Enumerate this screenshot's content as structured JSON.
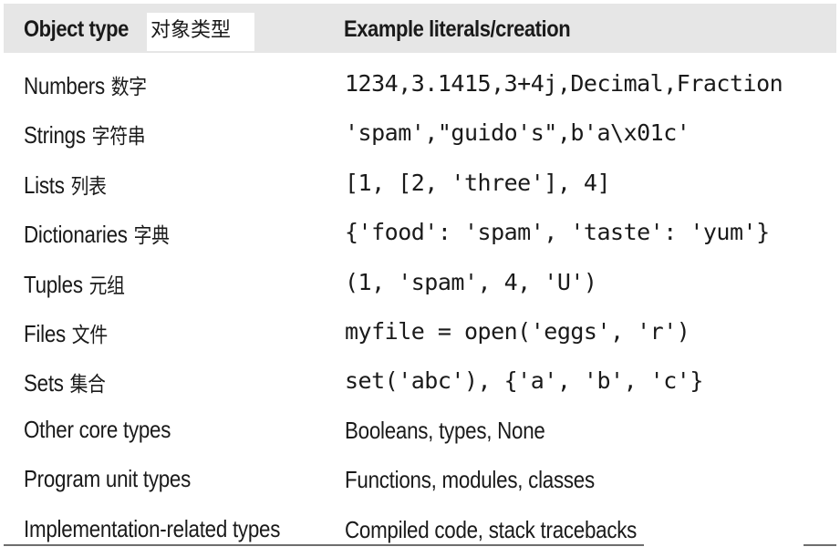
{
  "header": {
    "col1": "Object type",
    "col1_cn": "对象类型",
    "col2": "Example literals/creation"
  },
  "rows": [
    {
      "type": "Numbers",
      "cn": "数字",
      "example": "1234,3.1415,3+4j,Decimal,Fraction",
      "style": "mono"
    },
    {
      "type": "Strings",
      "cn": "字符串",
      "example": "'spam',\"guido's\",b'a\\x01c'",
      "style": "mono"
    },
    {
      "type": "Lists",
      "cn": "列表",
      "example": "[1, [2, 'three'], 4]",
      "style": "mono"
    },
    {
      "type": "Dictionaries",
      "cn": "字典",
      "example": "{'food': 'spam', 'taste': 'yum'}",
      "style": "mono"
    },
    {
      "type": "Tuples",
      "cn": "元组",
      "example": "(1, 'spam', 4, 'U')",
      "style": "mono"
    },
    {
      "type": "Files",
      "cn": "文件",
      "example": "myfile = open('eggs', 'r')",
      "style": "mono"
    },
    {
      "type": "Sets",
      "cn": "集合",
      "example": "set('abc'), {'a', 'b', 'c'}",
      "style": "mono"
    },
    {
      "type": "Other core types",
      "cn": "",
      "example": "Booleans, types, None",
      "style": "sans"
    },
    {
      "type": "Program unit types",
      "cn": "",
      "example": "Functions, modules, classes",
      "style": "sans"
    },
    {
      "type": "Implementation-related types",
      "cn": "",
      "example": "Compiled code, stack tracebacks",
      "style": "sans"
    }
  ]
}
